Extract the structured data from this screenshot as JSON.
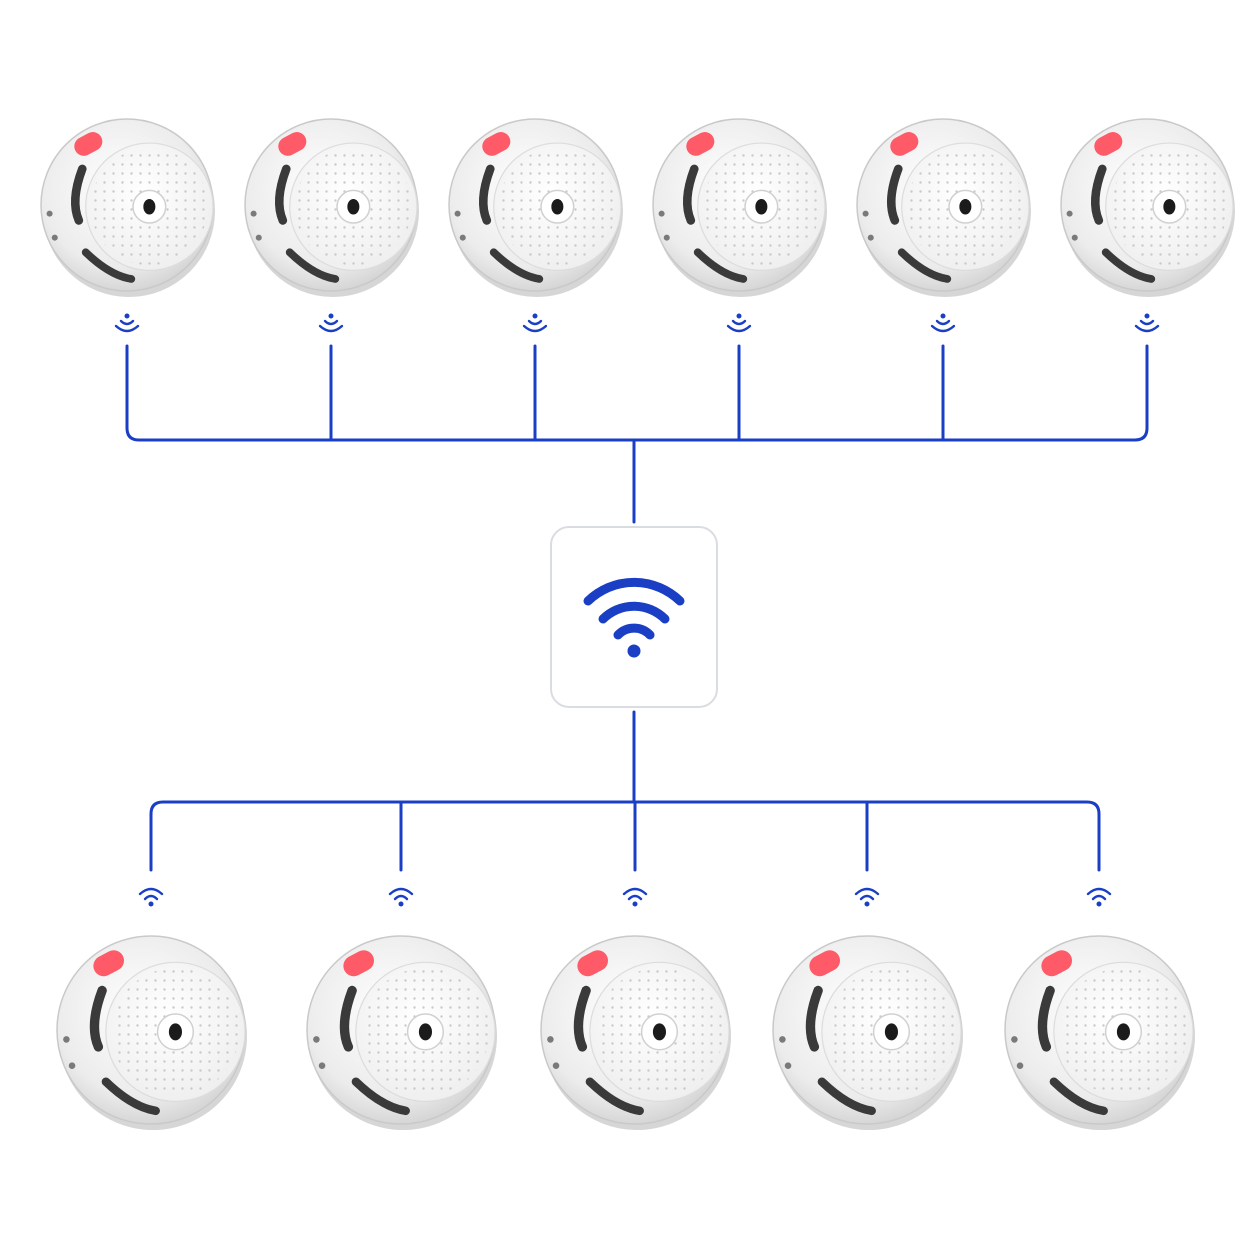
{
  "diagram": {
    "type": "network-topology",
    "hub": {
      "icon": "wifi-icon",
      "count": 1
    },
    "top_row": {
      "device": "smoke-detector",
      "signal_icon": "wireless-signal-down-icon",
      "count": 6
    },
    "bottom_row": {
      "device": "smoke-detector",
      "signal_icon": "wireless-signal-up-icon",
      "count": 5
    },
    "colors": {
      "link": "#1a3fc4",
      "wifi": "#1a3fc4",
      "detector_body": "#f1f1f1",
      "detector_face": "#fbfbfb",
      "detector_edge": "#c9c9c9",
      "test_button": "#ff5a67",
      "sensor_hole": "#1b1b1b",
      "vent_dark": "#3a3a3a"
    }
  }
}
